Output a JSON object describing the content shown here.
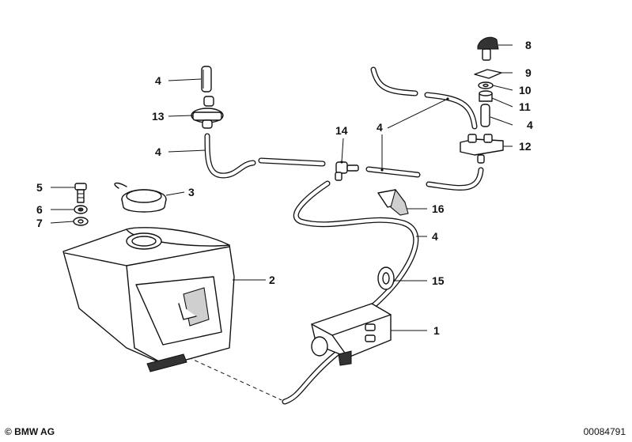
{
  "diagram": {
    "callouts": [
      {
        "label": "1"
      },
      {
        "label": "2"
      },
      {
        "label": "3"
      },
      {
        "label": "4"
      },
      {
        "label": "4"
      },
      {
        "label": "4"
      },
      {
        "label": "4"
      },
      {
        "label": "4"
      },
      {
        "label": "4"
      },
      {
        "label": "5"
      },
      {
        "label": "6"
      },
      {
        "label": "7"
      },
      {
        "label": "8"
      },
      {
        "label": "9"
      },
      {
        "label": "10"
      },
      {
        "label": "11"
      },
      {
        "label": "12"
      },
      {
        "label": "13"
      },
      {
        "label": "14"
      },
      {
        "label": "15"
      },
      {
        "label": "16"
      }
    ]
  },
  "footer": {
    "copyright": "© BMW AG",
    "doc_number": "00084791"
  }
}
